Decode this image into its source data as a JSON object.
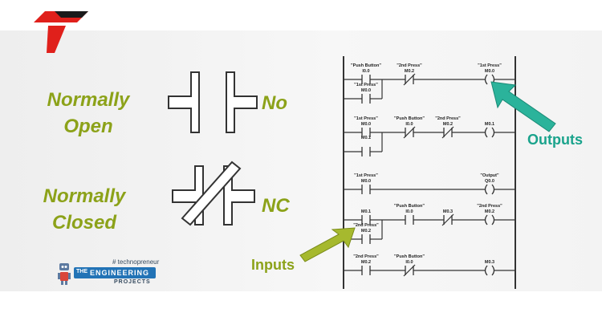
{
  "labels": {
    "normally_open": [
      "Normally",
      "Open"
    ],
    "normally_closed": [
      "Normally",
      "Closed"
    ],
    "no_abbr": "No",
    "nc_abbr": "NC",
    "outputs": "Outputs",
    "inputs": "Inputs"
  },
  "brand": {
    "tagline": "# technopreneur",
    "the": "THE",
    "name": "ENGINEERING",
    "sub": "PROJECTS"
  },
  "ladder": {
    "rungs": [
      {
        "contacts": [
          {
            "name": "\"Push Button\"",
            "addr": "I0.0",
            "type": "NO"
          },
          {
            "name": "\"2nd Press\"",
            "addr": "M0.2",
            "type": "NC"
          }
        ],
        "branch": {
          "name": "\"1st Press\"",
          "addr": "M0.0",
          "type": "NO"
        },
        "coil": {
          "name": "\"1st Press\"",
          "addr": "M0.0"
        }
      },
      {
        "contacts": [
          {
            "name": "\"1st Press\"",
            "addr": "M0.0",
            "type": "NO"
          },
          {
            "name": "\"Push Button\"",
            "addr": "I0.0",
            "type": "NC"
          },
          {
            "name": "\"2nd Press\"",
            "addr": "M0.2",
            "type": "NC"
          }
        ],
        "branch": {
          "name": "M0.1",
          "addr": "",
          "type": "NO"
        },
        "coil": {
          "name": "",
          "addr": "M0.1"
        }
      },
      {
        "contacts": [
          {
            "name": "\"1st Press\"",
            "addr": "M0.0",
            "type": "NO"
          }
        ],
        "coil": {
          "name": "\"Output\"",
          "addr": "Q0.0"
        }
      },
      {
        "contacts": [
          {
            "name": "",
            "addr": "M0.1",
            "type": "NO"
          },
          {
            "name": "\"Push Button\"",
            "addr": "I0.0",
            "type": "NO"
          },
          {
            "name": "",
            "addr": "M0.3",
            "type": "NC"
          }
        ],
        "branch": {
          "name": "\"2nd Press\"",
          "addr": "M0.2",
          "type": "NO"
        },
        "coil": {
          "name": "\"2nd Press\"",
          "addr": "M0.2"
        }
      },
      {
        "contacts": [
          {
            "name": "\"2nd Press\"",
            "addr": "M0.2",
            "type": "NO"
          },
          {
            "name": "\"Push Button\"",
            "addr": "I0.0",
            "type": "NC"
          }
        ],
        "coil": {
          "name": "",
          "addr": "M0.3"
        }
      }
    ]
  },
  "colors": {
    "accent_green": "#8ca219",
    "accent_teal": "#1aa38c",
    "logo_red": "#e0201b",
    "logo_black": "#1a1a1a",
    "brand_blue": "#2273b6"
  }
}
